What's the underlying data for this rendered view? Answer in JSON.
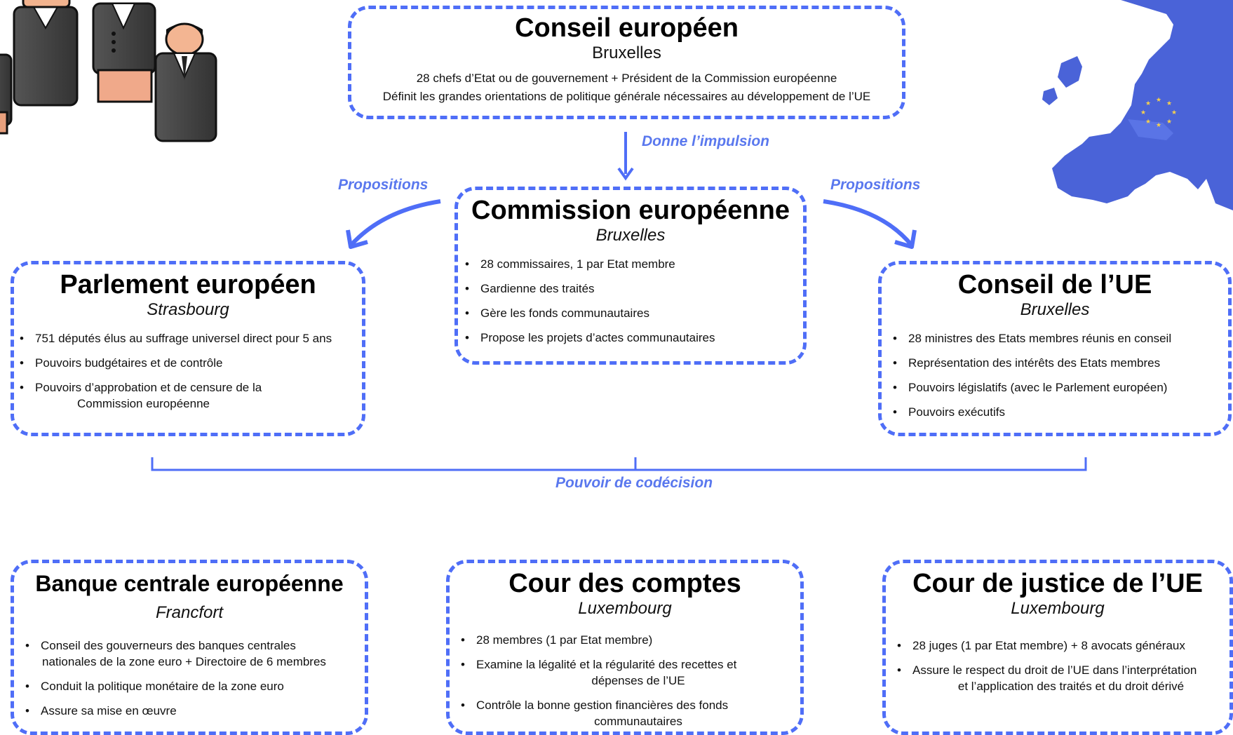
{
  "conseil_europeen": {
    "title": "Conseil européen",
    "city": "Bruxelles",
    "desc_line1": "28 chefs d’Etat ou de gouvernement + Président de la Commission européenne",
    "desc_line2": "Définit les grandes orientations de politique générale nécessaires au développement de l’UE"
  },
  "commission": {
    "title": "Commission européenne",
    "city": "Bruxelles",
    "items": [
      "28 commissaires, 1 par Etat membre",
      "Gardienne des traités",
      "Gère les fonds communautaires",
      "Propose les projets d’actes communautaires"
    ]
  },
  "parlement": {
    "title": "Parlement européen",
    "city": "Strasbourg",
    "items": [
      "751 députés élus au suffrage universel direct pour 5 ans",
      "Pouvoirs budgétaires et de contrôle"
    ],
    "item3_line1": "Pouvoirs d’approbation et de censure de la",
    "item3_line2": "Commission européenne"
  },
  "conseil_ue": {
    "title": "Conseil de l’UE",
    "city": "Bruxelles",
    "items": [
      "28 ministres des Etats membres réunis en conseil",
      "Représentation des intérêts des Etats membres",
      "Pouvoirs législatifs (avec le Parlement européen)",
      "Pouvoirs exécutifs"
    ]
  },
  "bce": {
    "title": "Banque centrale européenne",
    "city": "Francfort",
    "item1_line1": "Conseil des gouverneurs des banques centrales",
    "item1_line2": "nationales de la zone euro + Directoire de 6 membres",
    "items": [
      "Conduit la politique monétaire de la zone euro",
      "Assure sa mise en œuvre"
    ]
  },
  "cour_comptes": {
    "title": "Cour des comptes",
    "city": "Luxembourg",
    "item1": "28 membres (1 par Etat membre)",
    "item2_line1": "Examine la légalité et la régularité des recettes et",
    "item2_line2": "dépenses de l’UE",
    "item3_line1": "Contrôle la bonne gestion financières des fonds",
    "item3_line2": "communautaires"
  },
  "cour_justice": {
    "title": "Cour de justice de l’UE",
    "city": "Luxembourg",
    "item1": "28 juges (1 par Etat membre) + 8 avocats généraux",
    "item2_line1": "Assure le respect du droit de l’UE  dans l’interprétation",
    "item2_line2": "et l’application des traités et du droit dérivé"
  },
  "labels": {
    "impulsion": "Donne l’impulsion",
    "propositions_left": "Propositions",
    "propositions_right": "Propositions",
    "codecision": "Pouvoir de codécision"
  },
  "colors": {
    "accent": "#4f6ef7",
    "label": "#5a78ee",
    "map_blue": "#4a63d8"
  }
}
